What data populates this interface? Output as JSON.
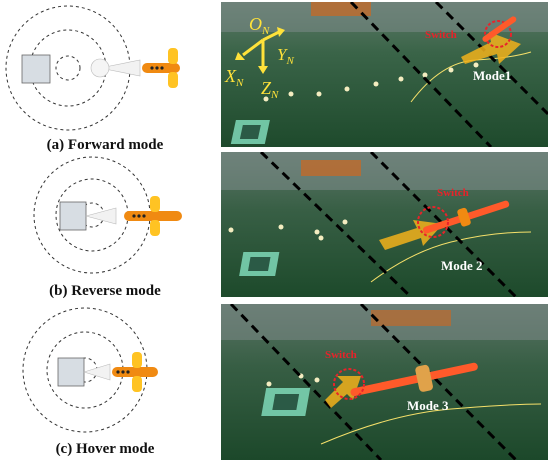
{
  "panels": [
    {
      "caption": "(a) Forward mode",
      "switch_label": "Switch",
      "mode_label": "Mode1"
    },
    {
      "caption": "(b) Reverse mode",
      "switch_label": "Switch",
      "mode_label": "Mode 2"
    },
    {
      "caption": "(c) Hover mode",
      "switch_label": "Switch",
      "mode_label": "Mode 3"
    }
  ],
  "axes": {
    "origin": "O",
    "x": "X",
    "y": "Y",
    "z": "Z",
    "subscript": "N"
  },
  "colors": {
    "switch_red": "#e8232a",
    "arrow_yellow": "#f2b21b",
    "robot_orange": "#f08a12",
    "water_green": "#2f5a3a",
    "axis_yellow": "#ffe23a"
  }
}
